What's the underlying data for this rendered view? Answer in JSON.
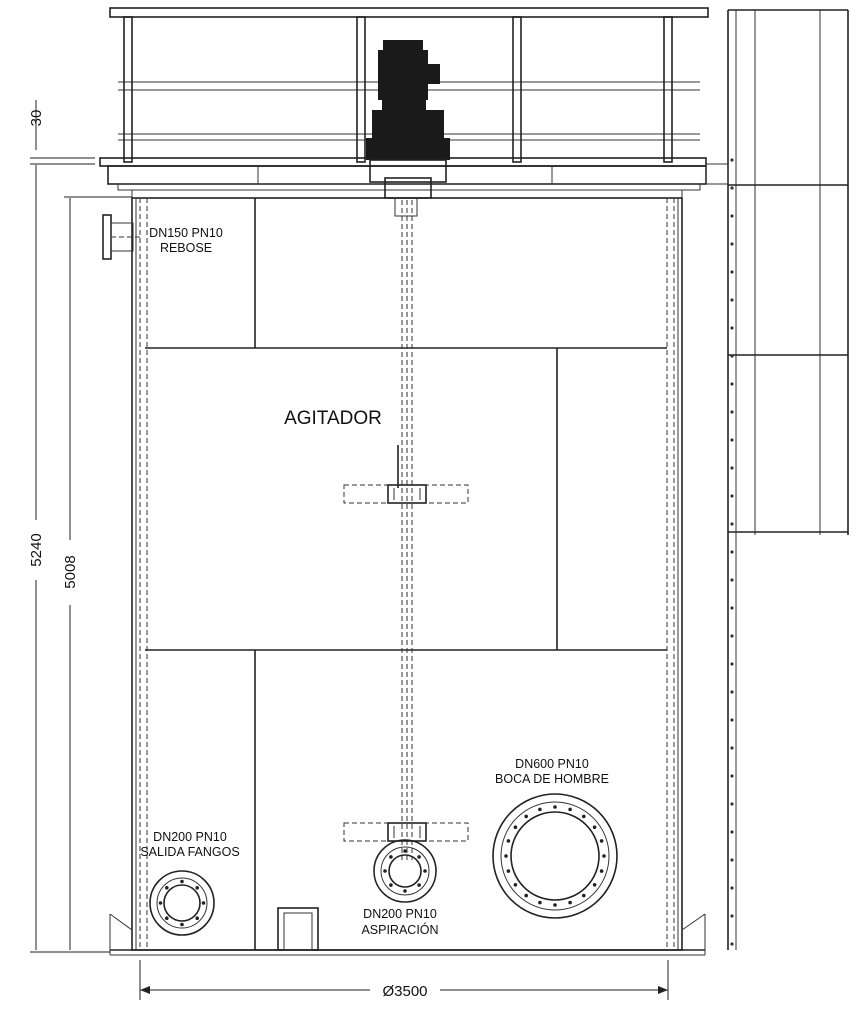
{
  "labels": {
    "agitator": "AGITADOR",
    "overflow_line1": "DN150 PN10",
    "overflow_line2": "REBOSE",
    "manhole_line1": "DN600 PN10",
    "manhole_line2": "BOCA DE HOMBRE",
    "sludge_line1": "DN200 PN10",
    "sludge_line2": "SALIDA FANGOS",
    "suction_line1": "DN200 PN10",
    "suction_line2": "ASPIRACIÓN"
  },
  "dimensions": {
    "top_offset": "30",
    "total_height": "5240",
    "tank_height": "5008",
    "diameter": "Ø3500"
  },
  "colors": {
    "line": "#222222",
    "background": "#ffffff",
    "motor": "#1a1a1a"
  }
}
